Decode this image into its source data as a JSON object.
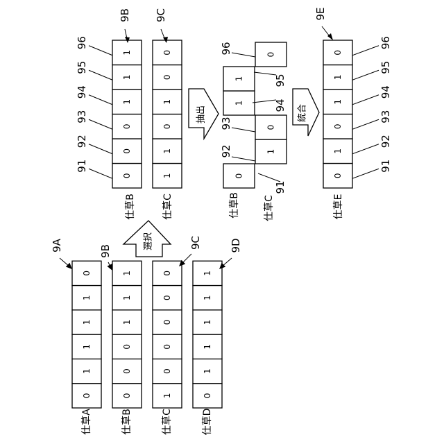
{
  "top": {
    "group_b": {
      "label": "仕草B",
      "ref": "9B",
      "values": [
        "0",
        "0",
        "0",
        "1",
        "1",
        "1"
      ]
    },
    "group_c": {
      "label": "仕草C",
      "ref": "9C",
      "values": [
        "1",
        "1",
        "0",
        "1",
        "0",
        "0"
      ]
    },
    "extract": {
      "label": "抽出",
      "b_label": "仕草B",
      "c_label": "仕草C",
      "b_values": [
        "0",
        "1",
        "1"
      ],
      "c_values": [
        "1",
        "0",
        "0"
      ]
    },
    "integrate": {
      "label": "統合"
    },
    "group_e": {
      "label": "仕草E",
      "ref": "9E",
      "values": [
        "0",
        "1",
        "0",
        "1",
        "1",
        "0"
      ]
    },
    "bit_refs": [
      "91",
      "92",
      "93",
      "94",
      "95",
      "96"
    ]
  },
  "select_arrow": {
    "label": "選択"
  },
  "bottom": {
    "groups": [
      {
        "label": "仕草A",
        "ref": "9A",
        "values": [
          "0",
          "1",
          "1",
          "1",
          "1",
          "0"
        ]
      },
      {
        "label": "仕草B",
        "ref": "9B",
        "values": [
          "0",
          "0",
          "0",
          "1",
          "1",
          "1"
        ]
      },
      {
        "label": "仕草C",
        "ref": "9C",
        "values": [
          "1",
          "0",
          "0",
          "0",
          "0",
          "0"
        ]
      },
      {
        "label": "仕草D",
        "ref": "9D",
        "values": [
          "0",
          "1",
          "1",
          "1",
          "1",
          "1"
        ]
      }
    ]
  }
}
